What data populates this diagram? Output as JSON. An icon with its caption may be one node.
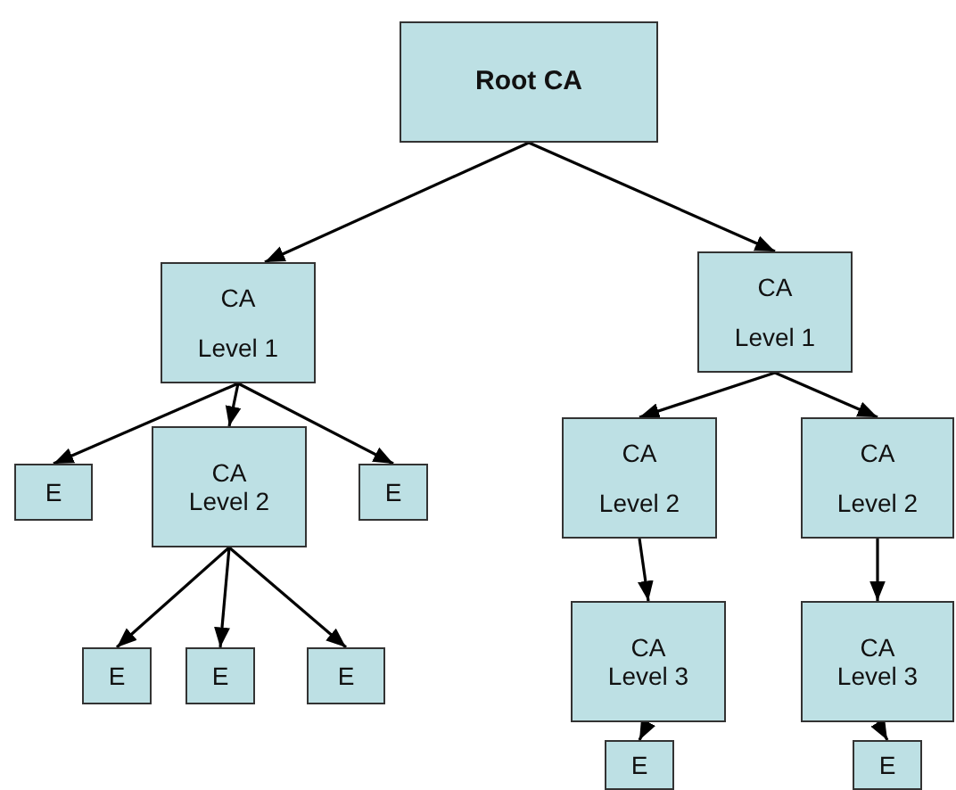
{
  "diagram": {
    "nodes": [
      {
        "text": [
          "Root CA"
        ]
      },
      {
        "text": [
          "CA",
          "Level 1"
        ]
      },
      {
        "text": [
          "CA",
          "Level 1"
        ]
      },
      {
        "text": [
          "E"
        ]
      },
      {
        "text": [
          "CA",
          "Level 2"
        ]
      },
      {
        "text": [
          "E"
        ]
      },
      {
        "text": [
          "CA",
          "Level 2"
        ]
      },
      {
        "text": [
          "CA",
          "Level 2"
        ]
      },
      {
        "text": [
          "E"
        ]
      },
      {
        "text": [
          "E"
        ]
      },
      {
        "text": [
          "E"
        ]
      },
      {
        "text": [
          "CA",
          "Level 3"
        ]
      },
      {
        "text": [
          "CA",
          "Level 3"
        ]
      },
      {
        "text": [
          "E"
        ]
      },
      {
        "text": [
          "E"
        ]
      }
    ],
    "edges": [
      {
        "from": 0,
        "to": 1,
        "arrow": "to"
      },
      {
        "from": 0,
        "to": 2,
        "arrow": "to"
      },
      {
        "from": 1,
        "to": 3,
        "arrow": "to"
      },
      {
        "from": 1,
        "to": 4,
        "arrow": "to"
      },
      {
        "from": 1,
        "to": 5,
        "arrow": "to"
      },
      {
        "from": 2,
        "to": 6,
        "arrow": "to"
      },
      {
        "from": 2,
        "to": 7,
        "arrow": "to"
      },
      {
        "from": 4,
        "to": 8,
        "arrow": "to"
      },
      {
        "from": 4,
        "to": 9,
        "arrow": "to"
      },
      {
        "from": 4,
        "to": 10,
        "arrow": "to"
      },
      {
        "from": 6,
        "to": 11,
        "arrow": "to"
      },
      {
        "from": 7,
        "to": 12,
        "arrow": "to"
      },
      {
        "from": 11,
        "to": 13,
        "arrow": "to"
      },
      {
        "from": 12,
        "to": 14,
        "arrow": "to"
      }
    ]
  }
}
